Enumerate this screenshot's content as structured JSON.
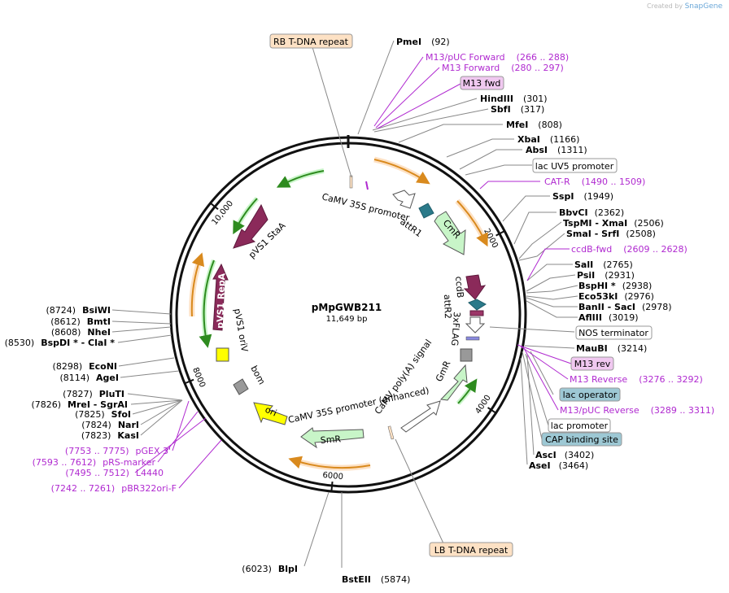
{
  "credit": {
    "prefix": "Created by",
    "brand": "SnapGene"
  },
  "plasmid": {
    "name": "pMpGWB211",
    "size": "11,649 bp",
    "length": 11649
  },
  "ticks": [
    {
      "label": "2000",
      "pos": 2000
    },
    {
      "label": "4000",
      "pos": 4000
    },
    {
      "label": "6000",
      "pos": 6000
    },
    {
      "label": "8000",
      "pos": 8000
    },
    {
      "label": "10,000",
      "pos": 10000
    }
  ],
  "boxed_labels": [
    {
      "text": "RB T-DNA repeat",
      "fill": "#fde1c4",
      "pos": 30
    },
    {
      "text": "lac UV5 promoter",
      "fill": "#ffffff",
      "pos": 1400
    },
    {
      "text": "NOS terminator",
      "fill": "#ffffff",
      "pos": 3100
    },
    {
      "text": "M13 rev",
      "fill": "#f0c8f0",
      "pos": 3270
    },
    {
      "text": "lac operator",
      "fill": "#9dc8d4",
      "pos": 3320
    },
    {
      "text": "lac promoter",
      "fill": "#ffffff",
      "pos": 3350
    },
    {
      "text": "CAP binding site",
      "fill": "#9dc8d4",
      "pos": 3380
    },
    {
      "text": "M13 fwd",
      "fill": "#f0c8f0",
      "pos": 290
    },
    {
      "text": "LB T-DNA repeat",
      "fill": "#fde1c4",
      "pos": 5400
    }
  ],
  "sites": [
    {
      "name": "PmeI",
      "coord": "(92)",
      "pos": 92
    },
    {
      "name": "HindIII",
      "coord": "(301)",
      "pos": 301
    },
    {
      "name": "SbfI",
      "coord": "(317)",
      "pos": 317
    },
    {
      "name": "MfeI",
      "coord": "(808)",
      "pos": 808
    },
    {
      "name": "XbaI",
      "coord": "(1166)",
      "pos": 1166
    },
    {
      "name": "AbsI",
      "coord": "(1311)",
      "pos": 1311
    },
    {
      "name": "SspI",
      "coord": "(1949)",
      "pos": 1949
    },
    {
      "name": "BbvCI",
      "coord": "(2362)",
      "pos": 2362
    },
    {
      "name": "TspMI - XmaI",
      "coord": "(2506)",
      "pos": 2506
    },
    {
      "name": "SmaI - SrfI",
      "coord": "(2508)",
      "pos": 2508
    },
    {
      "name": "SalI",
      "coord": "(2765)",
      "pos": 2765
    },
    {
      "name": "PsiI",
      "coord": "(2931)",
      "pos": 2931
    },
    {
      "name": "BspHI *",
      "coord": "(2938)",
      "pos": 2938
    },
    {
      "name": "Eco53kI",
      "coord": "(2976)",
      "pos": 2976
    },
    {
      "name": "BanII - SacI",
      "coord": "(2978)",
      "pos": 2978
    },
    {
      "name": "AflIII",
      "coord": "(3019)",
      "pos": 3019
    },
    {
      "name": "MauBI",
      "coord": "(3214)",
      "pos": 3214
    },
    {
      "name": "AscI",
      "coord": "(3402)",
      "pos": 3402
    },
    {
      "name": "AseI",
      "coord": "(3464)",
      "pos": 3464
    },
    {
      "name": "BstEII",
      "coord": "(5874)",
      "pos": 5874
    },
    {
      "name": "BlpI",
      "coord": "(6023)",
      "pos": 6023
    },
    {
      "name": "KasI",
      "coord": "(7823)",
      "pos": 7823
    },
    {
      "name": "NarI",
      "coord": "(7824)",
      "pos": 7824
    },
    {
      "name": "SfoI",
      "coord": "(7825)",
      "pos": 7825
    },
    {
      "name": "MreI - SgrAI",
      "coord": "(7826)",
      "pos": 7826
    },
    {
      "name": "PluTI",
      "coord": "(7827)",
      "pos": 7827
    },
    {
      "name": "AgeI",
      "coord": "(8114)",
      "pos": 8114
    },
    {
      "name": "EcoNI",
      "coord": "(8298)",
      "pos": 8298
    },
    {
      "name": "BspDI * - ClaI *",
      "coord": "(8530)",
      "pos": 8530
    },
    {
      "name": "NheI",
      "coord": "(8608)",
      "pos": 8608
    },
    {
      "name": "BmtI",
      "coord": "(8612)",
      "pos": 8612
    },
    {
      "name": "BsiWI",
      "coord": "(8724)",
      "pos": 8724
    }
  ],
  "primers": [
    {
      "text": "M13/pUC Forward",
      "coord": "(266 .. 288)",
      "pos": 277
    },
    {
      "text": "M13 Forward",
      "coord": "(280 .. 297)",
      "pos": 288
    },
    {
      "text": "CAT-R",
      "coord": "(1490 .. 1509)",
      "pos": 1500
    },
    {
      "text": "ccdB-fwd",
      "coord": "(2609 .. 2628)",
      "pos": 2618
    },
    {
      "text": "M13 Reverse",
      "coord": "(3276 .. 3292)",
      "pos": 3284
    },
    {
      "text": "M13/pUC Reverse",
      "coord": "(3289 .. 3311)",
      "pos": 3300
    },
    {
      "text": "pGEX 3'",
      "coord": "(7753 .. 7775)",
      "pos": 7764
    },
    {
      "text": "pRS-marker",
      "coord": "(7593 .. 7612)",
      "pos": 7602
    },
    {
      "text": "L4440",
      "coord": "(7495 .. 7512)",
      "pos": 7503
    },
    {
      "text": "pBR322ori-F",
      "coord": "(7242 .. 7261)",
      "pos": 7251
    }
  ],
  "features": [
    {
      "label": "CaMV 35S promoter",
      "color": "#ffffff"
    },
    {
      "label": "attR1",
      "color": "#ffffff"
    },
    {
      "label": "CmR",
      "color": "#c8f5c8"
    },
    {
      "label": "ccdB",
      "color": "#8b2a5a"
    },
    {
      "label": "attR2",
      "color": "#ffffff"
    },
    {
      "label": "3xFLAG",
      "color": "#ffffff"
    },
    {
      "label": "CaMV poly(A) signal",
      "color": "#ffffff"
    },
    {
      "label": "GmR",
      "color": "#c8f5c8"
    },
    {
      "label": "CaMV 35S promoter (enhanced)",
      "color": "#ffffff"
    },
    {
      "label": "SmR",
      "color": "#c8f5c8"
    },
    {
      "label": "ori",
      "color": "#ffff00"
    },
    {
      "label": "bom",
      "color": "#999999"
    },
    {
      "label": "pVS1 oriV",
      "color": "#ffff00"
    },
    {
      "label": "pVS1 RepA",
      "color": "#8b2a5a"
    },
    {
      "label": "pVS1 StaA",
      "color": "#8b2a5a"
    }
  ]
}
